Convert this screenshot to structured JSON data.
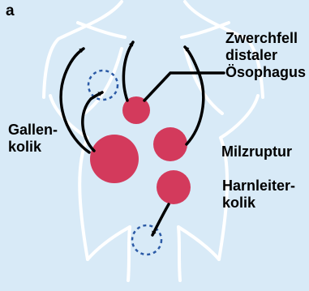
{
  "panel_label": "a",
  "labels": {
    "zwerchfell": [
      "Zwerchfell",
      "distaler",
      "Ösophagus"
    ],
    "gallenkolik": [
      "Gallen-",
      "kolik"
    ],
    "milzruptur": [
      "Milzruptur"
    ],
    "harnleiterkolik": [
      "Harnleiter-",
      "kolik"
    ]
  },
  "colors": {
    "background": "#d8eaf7",
    "body_outline": "#ffffff",
    "pain_source": "#d33a5c",
    "referred_pain_circle": "#2b5aa6",
    "arrow": "#000000",
    "text": "#000000"
  }
}
